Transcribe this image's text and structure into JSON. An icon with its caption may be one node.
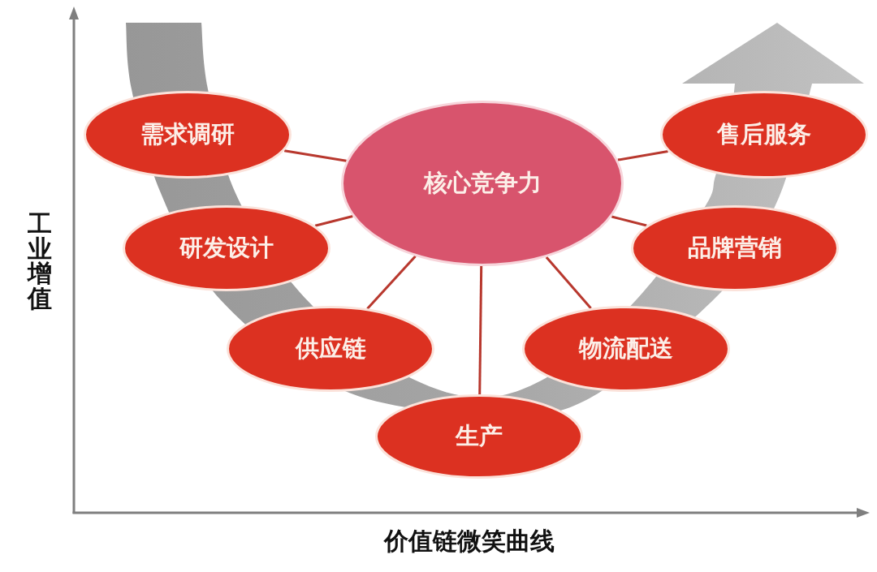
{
  "diagram": {
    "nodes": [
      {
        "text": [
          "需求调研"
        ]
      },
      {
        "text": [
          "核心竞争力"
        ]
      },
      {
        "text": [
          "售后服务"
        ]
      },
      {
        "text": [
          "研发设计"
        ]
      },
      {
        "text": [
          "品牌营销"
        ]
      },
      {
        "text": [
          "供应链"
        ]
      },
      {
        "text": [
          "物流配送"
        ]
      },
      {
        "text": [
          "生产"
        ]
      }
    ],
    "edges": [
      {
        "from": 1,
        "to": 0,
        "arrow": "none"
      },
      {
        "from": 1,
        "to": 2,
        "arrow": "none"
      },
      {
        "from": 1,
        "to": 3,
        "arrow": "none"
      },
      {
        "from": 1,
        "to": 4,
        "arrow": "none"
      },
      {
        "from": 1,
        "to": 5,
        "arrow": "none"
      },
      {
        "from": 1,
        "to": 6,
        "arrow": "none"
      },
      {
        "from": 1,
        "to": 7,
        "arrow": "none"
      }
    ],
    "labels": [
      "工业增值",
      "价值链微笑曲线"
    ]
  }
}
